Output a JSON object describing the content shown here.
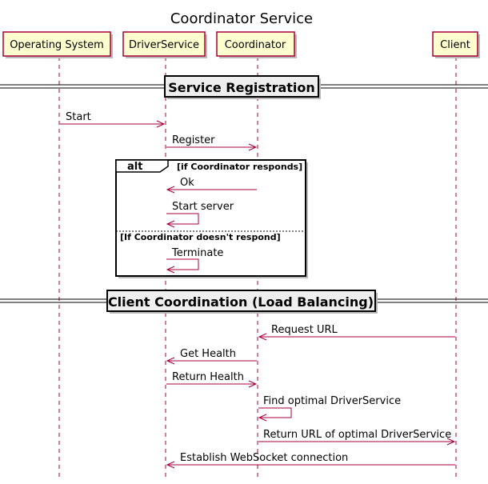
{
  "title": "Coordinator Service",
  "participants": {
    "os": "Operating System",
    "driver": "DriverService",
    "coord": "Coordinator",
    "client": "Client"
  },
  "sections": {
    "registration": "Service Registration",
    "coordination": "Client Coordination (Load Balancing)"
  },
  "alt": {
    "keyword": "alt",
    "guard_1": "[if Coordinator responds]",
    "guard_2": "[If Coordinator doesn't respond]"
  },
  "messages": {
    "start": "Start",
    "register": "Register",
    "ok": "Ok",
    "start_server": "Start server",
    "terminate": "Terminate",
    "request_url": "Request URL",
    "get_health": "Get Health",
    "return_health": "Return Health",
    "find_optimal": "Find optimal DriverService",
    "return_url": "Return URL of optimal DriverService",
    "establish_ws": "Establish WebSocket connection"
  },
  "colors": {
    "participant_fill": "#fefece",
    "participant_border": "#a80036",
    "arrow": "#a80036",
    "divider_fill": "#eeeeee"
  }
}
